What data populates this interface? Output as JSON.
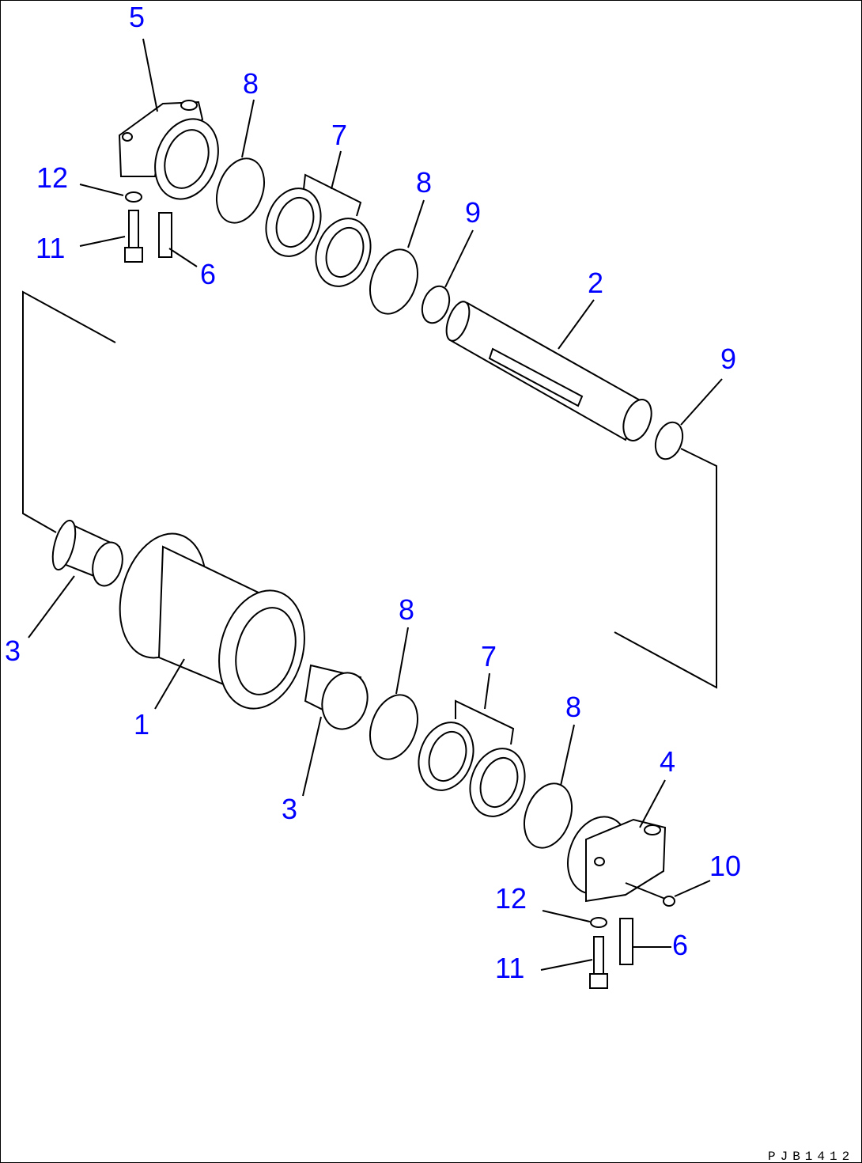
{
  "diagram": {
    "drawing_code": "PJB1412",
    "callouts": {
      "c5": "5",
      "c8a": "8",
      "c7a": "7",
      "c12a": "12",
      "c8b": "8",
      "c9a": "9",
      "c11a": "11",
      "c6a": "6",
      "c2": "2",
      "c9b": "9",
      "c3a": "3",
      "c8c": "8",
      "c7b": "7",
      "c1": "1",
      "c8d": "8",
      "c4": "4",
      "c3b": "3",
      "c10": "10",
      "c12b": "12",
      "c6b": "6",
      "c11b": "11"
    }
  }
}
